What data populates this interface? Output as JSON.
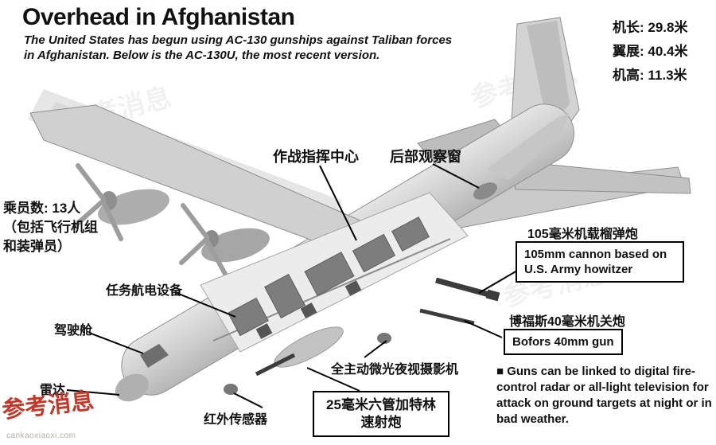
{
  "header": {
    "title": "Overhead in Afghanistan",
    "subtitle1": "The United States has begun using AC-130 gunships against Taliban forces",
    "subtitle2": "in Afghanistan. Below is the AC-130U, the most recent version."
  },
  "specs": {
    "length": "机长: 29.8米",
    "wingspan": "翼展: 40.4米",
    "height": "机高: 11.3米"
  },
  "crew": {
    "line1": "乘员数: 13人",
    "line2": "（包括飞行机组",
    "line3": "和装弹员）"
  },
  "callouts": {
    "command_center": "作战指挥中心",
    "rear_window": "后部观察窗",
    "howitzer_cn": "105毫米机载榴弹炮",
    "howitzer_en": "105mm cannon based on U.S. Army howitzer",
    "bofors_cn": "博福斯40毫米机关炮",
    "bofors_en": "Bofors 40mm gun",
    "avionics": "任务航电设备",
    "cockpit": "驾驶舱",
    "radar": "雷达",
    "ir_sensor": "红外传感器",
    "night_camera": "全主动微光夜视摄影机",
    "gatling": "25毫米六管加特林速射炮"
  },
  "footnote": "■ Guns can be linked to digital fire-control radar or all-light television for attack on ground targets at night or in bad weather.",
  "watermark": {
    "brand": "参考消息",
    "site": "cankaoxiaoxi.com"
  },
  "colors": {
    "accent_red": "#c0392b",
    "ink": "#111111",
    "aircraft_gray": "#cfcfcf"
  }
}
